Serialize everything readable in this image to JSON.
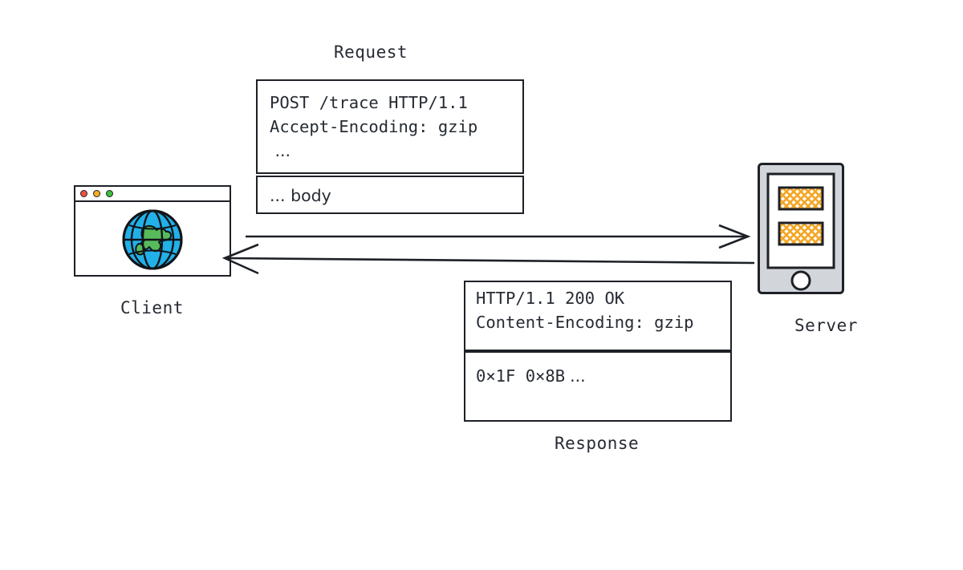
{
  "diagram": {
    "title_request": "Request",
    "title_response": "Response",
    "label_client": "Client",
    "label_server": "Server"
  },
  "request": {
    "headers": [
      "POST /trace HTTP/1.1",
      "Accept-Encoding: gzip"
    ],
    "headers_ellipsis": " ...",
    "body": "... body"
  },
  "response": {
    "headers": [
      "HTTP/1.1 200 OK",
      "Content-Encoding: gzip"
    ],
    "body_hex": "0×1F 0×8B",
    "body_ellipsis": "..."
  },
  "client": {
    "window_dots": [
      {
        "name": "close-dot",
        "color": "#EE5044"
      },
      {
        "name": "minimize-dot",
        "color": "#F5B01E"
      },
      {
        "name": "maximize-dot",
        "color": "#3FBF3F"
      }
    ],
    "globe": {
      "ocean_color": "#22B0E8",
      "land_color": "#57BB5B",
      "outline_color": "#111418"
    }
  },
  "server": {
    "chassis_color": "#D2D5D9",
    "screen_color": "#FFFFFF",
    "bay_hatch_color": "#F5A623",
    "outline_color": "#1d2026",
    "bay_count": 2
  },
  "arrows": [
    {
      "name": "request-arrow",
      "direction": "client-to-server"
    },
    {
      "name": "response-arrow",
      "direction": "server-to-client"
    }
  ],
  "colors": {
    "stroke": "#1d2026",
    "text": "#262b33",
    "background": "#ffffff"
  }
}
